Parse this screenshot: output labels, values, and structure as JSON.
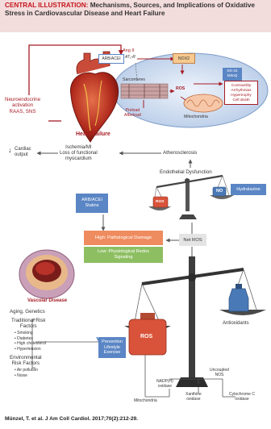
{
  "header": {
    "lead": "CENTRAL ILLUSTRATION:",
    "title": "Mechanisms, Sources, and Implications of Oxidative Stress in Cardiovascular Disease and Heart Failure"
  },
  "heart_panel": {
    "ang_ii": "Ang II",
    "arb_acei": "ARB/ACEI",
    "at1_r": "AT₁-R",
    "nox2": "NOX2",
    "sarcomeres": "Sarcomeres",
    "ros": "ROS",
    "ss31": "SS-31\nMitoQ",
    "mitochondria": "Mitochondria",
    "preload": "Preload\nAfterload",
    "outcomes": "Contractility\nArrhythmias\nHypertrophy\nCell death",
    "neuroendocrine": "Neuroendocrine\nactivation\nRAAS, SNS",
    "heart_failure": "Heart Failure"
  },
  "flow": {
    "cardiac_output": "Cardiac\noutput",
    "ischemia": "Ischemia/MI\nLoss of functional\nmyocardium",
    "atherosclerosis": "Atherosclerosis",
    "endothelial": "Endothelial Dysfunction"
  },
  "top_scale": {
    "ros": "ROS",
    "no": "NO",
    "hydralazine": "Hydralazine"
  },
  "middle": {
    "arb_statins": "ARB/ACEI\nStatins",
    "high_damage": "High: Pathological Damage",
    "low_signal": "Low: Physiological Redox\nSignaling",
    "net_ros": "Net ROS",
    "vascular_disease": "Vascular Disease"
  },
  "risk": {
    "aging": "Aging, Genetics",
    "traditional": "Traditional Risk\nFactors",
    "traditional_items": [
      "Smoking",
      "Diabetes",
      "High cholesterol",
      "Hypertension"
    ],
    "environmental": "Environmental\nRisk Factors",
    "environmental_items": [
      "Air pollution",
      "Noise"
    ],
    "prevention": "Prevention\nLifestyle\nExercise"
  },
  "big_scale": {
    "ros": "ROS",
    "antioxidants": "Antioxidants"
  },
  "sources": {
    "nadph": "NADP(H)\noxidase",
    "uncoupled": "Uncoupled\nNOS",
    "xanthine": "Xanthine\noxidase",
    "cytochrome": "Cytochrome C\noxidase",
    "mitochondria": "Mitochondria"
  },
  "citation": "Münzel, T. et al. J Am Coll Cardiol. 2017;70(2):212-29.",
  "colors": {
    "dark_red": "#a51c24",
    "blue": "#5b86c5",
    "orange": "#ef8c5f",
    "green": "#8dbf62",
    "grey_box": "#e4e4e4",
    "ros_red": "#d9533a",
    "antioxidant_blue": "#4a79b7",
    "header_bg": "#f3dcdc"
  },
  "icons": [
    "heart-icon",
    "artery-cross-section-icon",
    "ros-weight-icon",
    "antioxidant-bottle-icon",
    "balance-scale-icon"
  ]
}
